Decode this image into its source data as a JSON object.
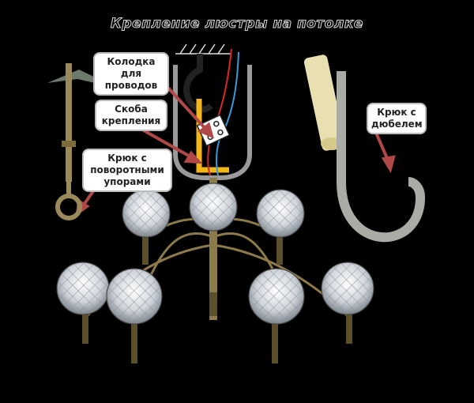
{
  "title": "Крепление люстры на потолке",
  "labels": {
    "wire_block": "Колодка для проводов",
    "mounting_bracket": "Скоба крепления",
    "toggle_hook": "Крюк с поворотными упорами",
    "dowel_hook": "Крюк с дюбелем"
  },
  "colors": {
    "background": "#000000",
    "arrow": "#b04848",
    "bracket": "#f2b51a",
    "wire_red": "#d8262a",
    "wire_blue": "#3a9ad8",
    "brass": "#8c7a4a"
  }
}
